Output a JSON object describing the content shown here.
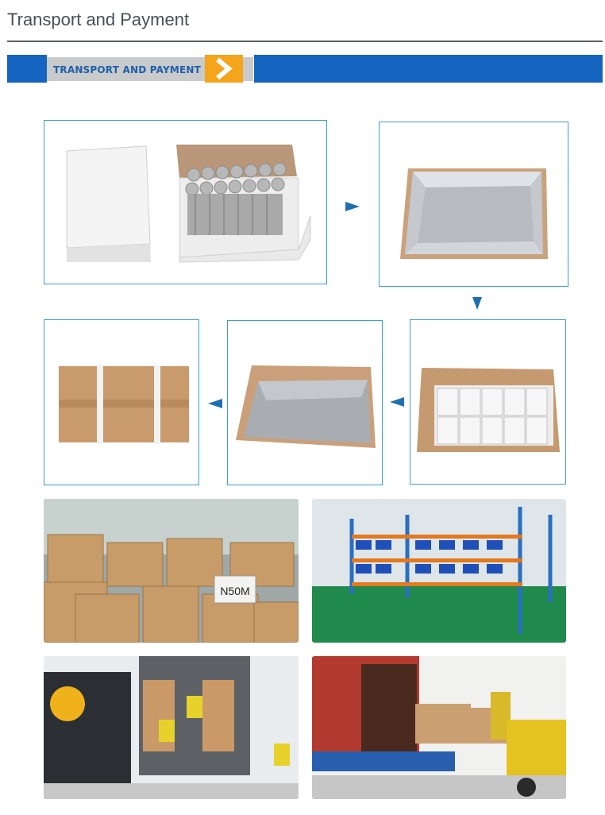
{
  "header": {
    "title": "Transport and Payment"
  },
  "banner": {
    "label": "TRANSPORT AND PAYMENT",
    "arrow_icon": "chevron-right-icon",
    "accent": "#f4a51c",
    "bar_color": "#1565c0"
  },
  "photos": {
    "box_label": "N50M"
  }
}
